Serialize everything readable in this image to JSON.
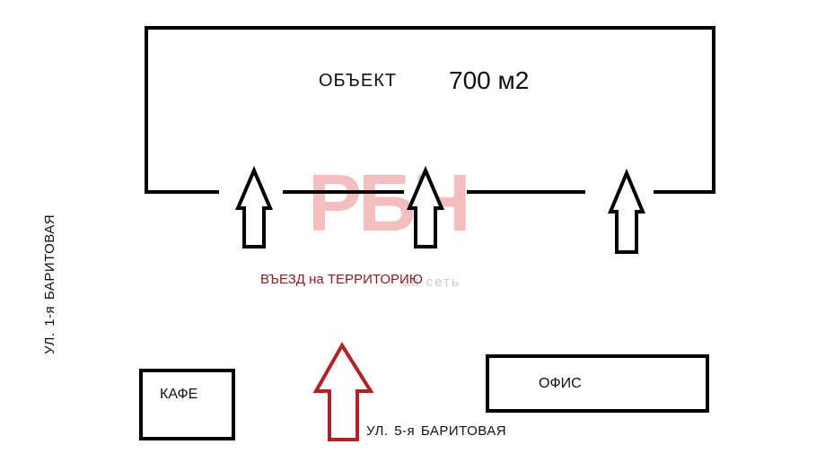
{
  "watermark": {
    "logo": "РБН",
    "tagline": "ая сеть"
  },
  "object": {
    "name": "ОБЪЕКТ",
    "area": "700 м2"
  },
  "entry_label": "ВЪЕЗД на ТЕРРИТОРИЮ",
  "cafe_label": "КАФЕ",
  "office_label": "ОФИС",
  "streets": {
    "bottom": "УЛ. 5-я   БАРИТОВАЯ",
    "left": "УЛ. 1-я   БАРИТОВАЯ"
  },
  "colors": {
    "lines": "#000000",
    "entry_arrow": "#b32025",
    "entry_text": "#8c1c22",
    "watermark": "#f4b3b3"
  }
}
